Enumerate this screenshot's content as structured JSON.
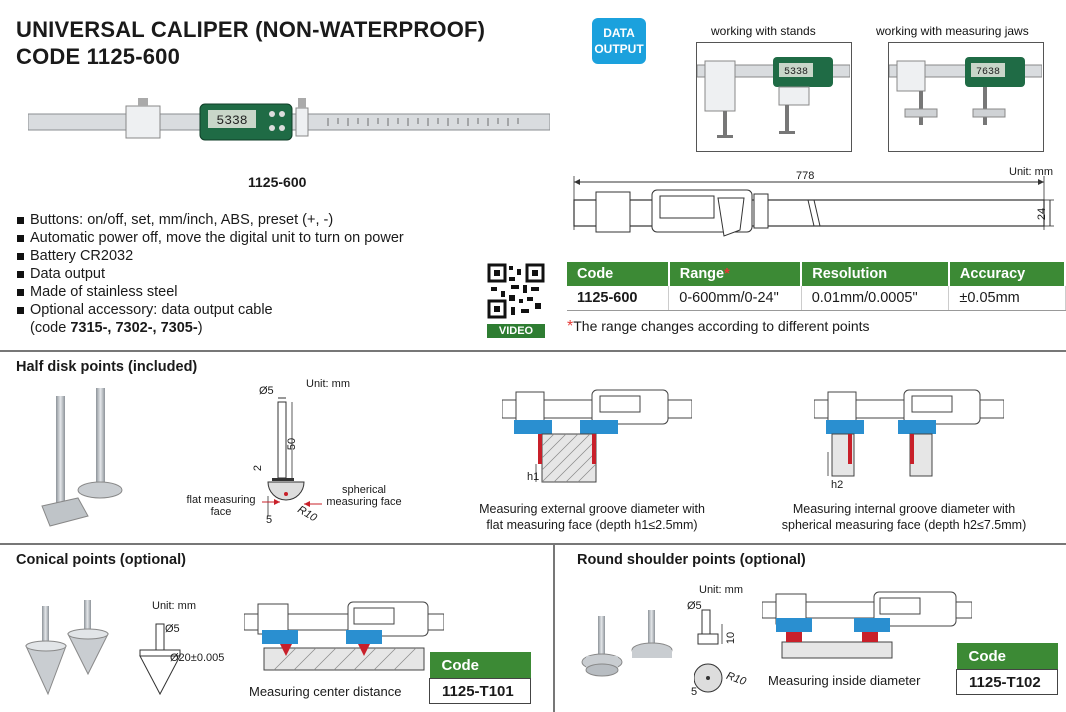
{
  "header": {
    "title_line1": "UNIVERSAL CALIPER (NON-WATERPROOF)",
    "title_line2": "CODE 1125-600",
    "badge_line1": "DATA",
    "badge_line2": "OUTPUT"
  },
  "product": {
    "main_model": "1125-600",
    "display_reading": "5338",
    "display_reading_jaws": "7638"
  },
  "usage": {
    "stands_label": "working with stands",
    "jaws_label": "working with measuring jaws"
  },
  "dimension": {
    "unit": "Unit: mm",
    "length": "778",
    "height": "24"
  },
  "features": [
    "Buttons: on/off, set, mm/inch, ABS, preset (+, -)",
    "Automatic power off, move the digital unit to turn on power",
    "Battery CR2032",
    "Data output",
    "Made of stainless steel",
    "Optional accessory: data output cable"
  ],
  "feature_cont": {
    "open": "(code ",
    "codes": "7315-, 7302-, 7305-",
    "close": ")"
  },
  "qr": {
    "label": "VIDEO"
  },
  "spec_table": {
    "headers": [
      "Code",
      "Range",
      "Resolution",
      "Accuracy"
    ],
    "range_mark": "*",
    "row": [
      "1125-600",
      "0-600mm/0-24\"",
      "0.01mm/0.0005\"",
      "±0.05mm"
    ],
    "note_mark": "*",
    "note": "The range changes according to different points"
  },
  "half_disk": {
    "title": "Half disk points (included)",
    "unit": "Unit: mm",
    "dia": "Ø5",
    "len": "50",
    "short": "2",
    "flat_label_1": "flat measuring",
    "flat_label_2": "face",
    "sph_label_1": "spherical",
    "sph_label_2": "measuring face",
    "radius": "R10",
    "base": "5",
    "h1": "h1",
    "h2": "h2",
    "cap1_line1": "Measuring external groove diameter with",
    "cap1_line2": "flat measuring face (depth h1≤2.5mm)",
    "cap2_line1": "Measuring internal groove diameter with",
    "cap2_line2": "spherical measuring face (depth h2≤7.5mm)"
  },
  "conical": {
    "title": "Conical points (optional)",
    "unit": "Unit: mm",
    "dia": "Ø5",
    "dia2": "Ø20±0.005",
    "caption": "Measuring center distance",
    "code_header": "Code",
    "code": "1125-T101"
  },
  "round_shoulder": {
    "title": "Round shoulder points (optional)",
    "unit": "Unit: mm",
    "dia": "Ø5",
    "len": "10",
    "radius": "R10",
    "base": "5",
    "caption": "Measuring inside diameter",
    "code_header": "Code",
    "code": "1125-T102"
  },
  "colors": {
    "accent_green": "#3c8a35",
    "badge_blue": "#1ba1dd",
    "display_green": "#1f6b45",
    "jaw_blue": "#2a8fd0",
    "point_red": "#c8202a"
  }
}
